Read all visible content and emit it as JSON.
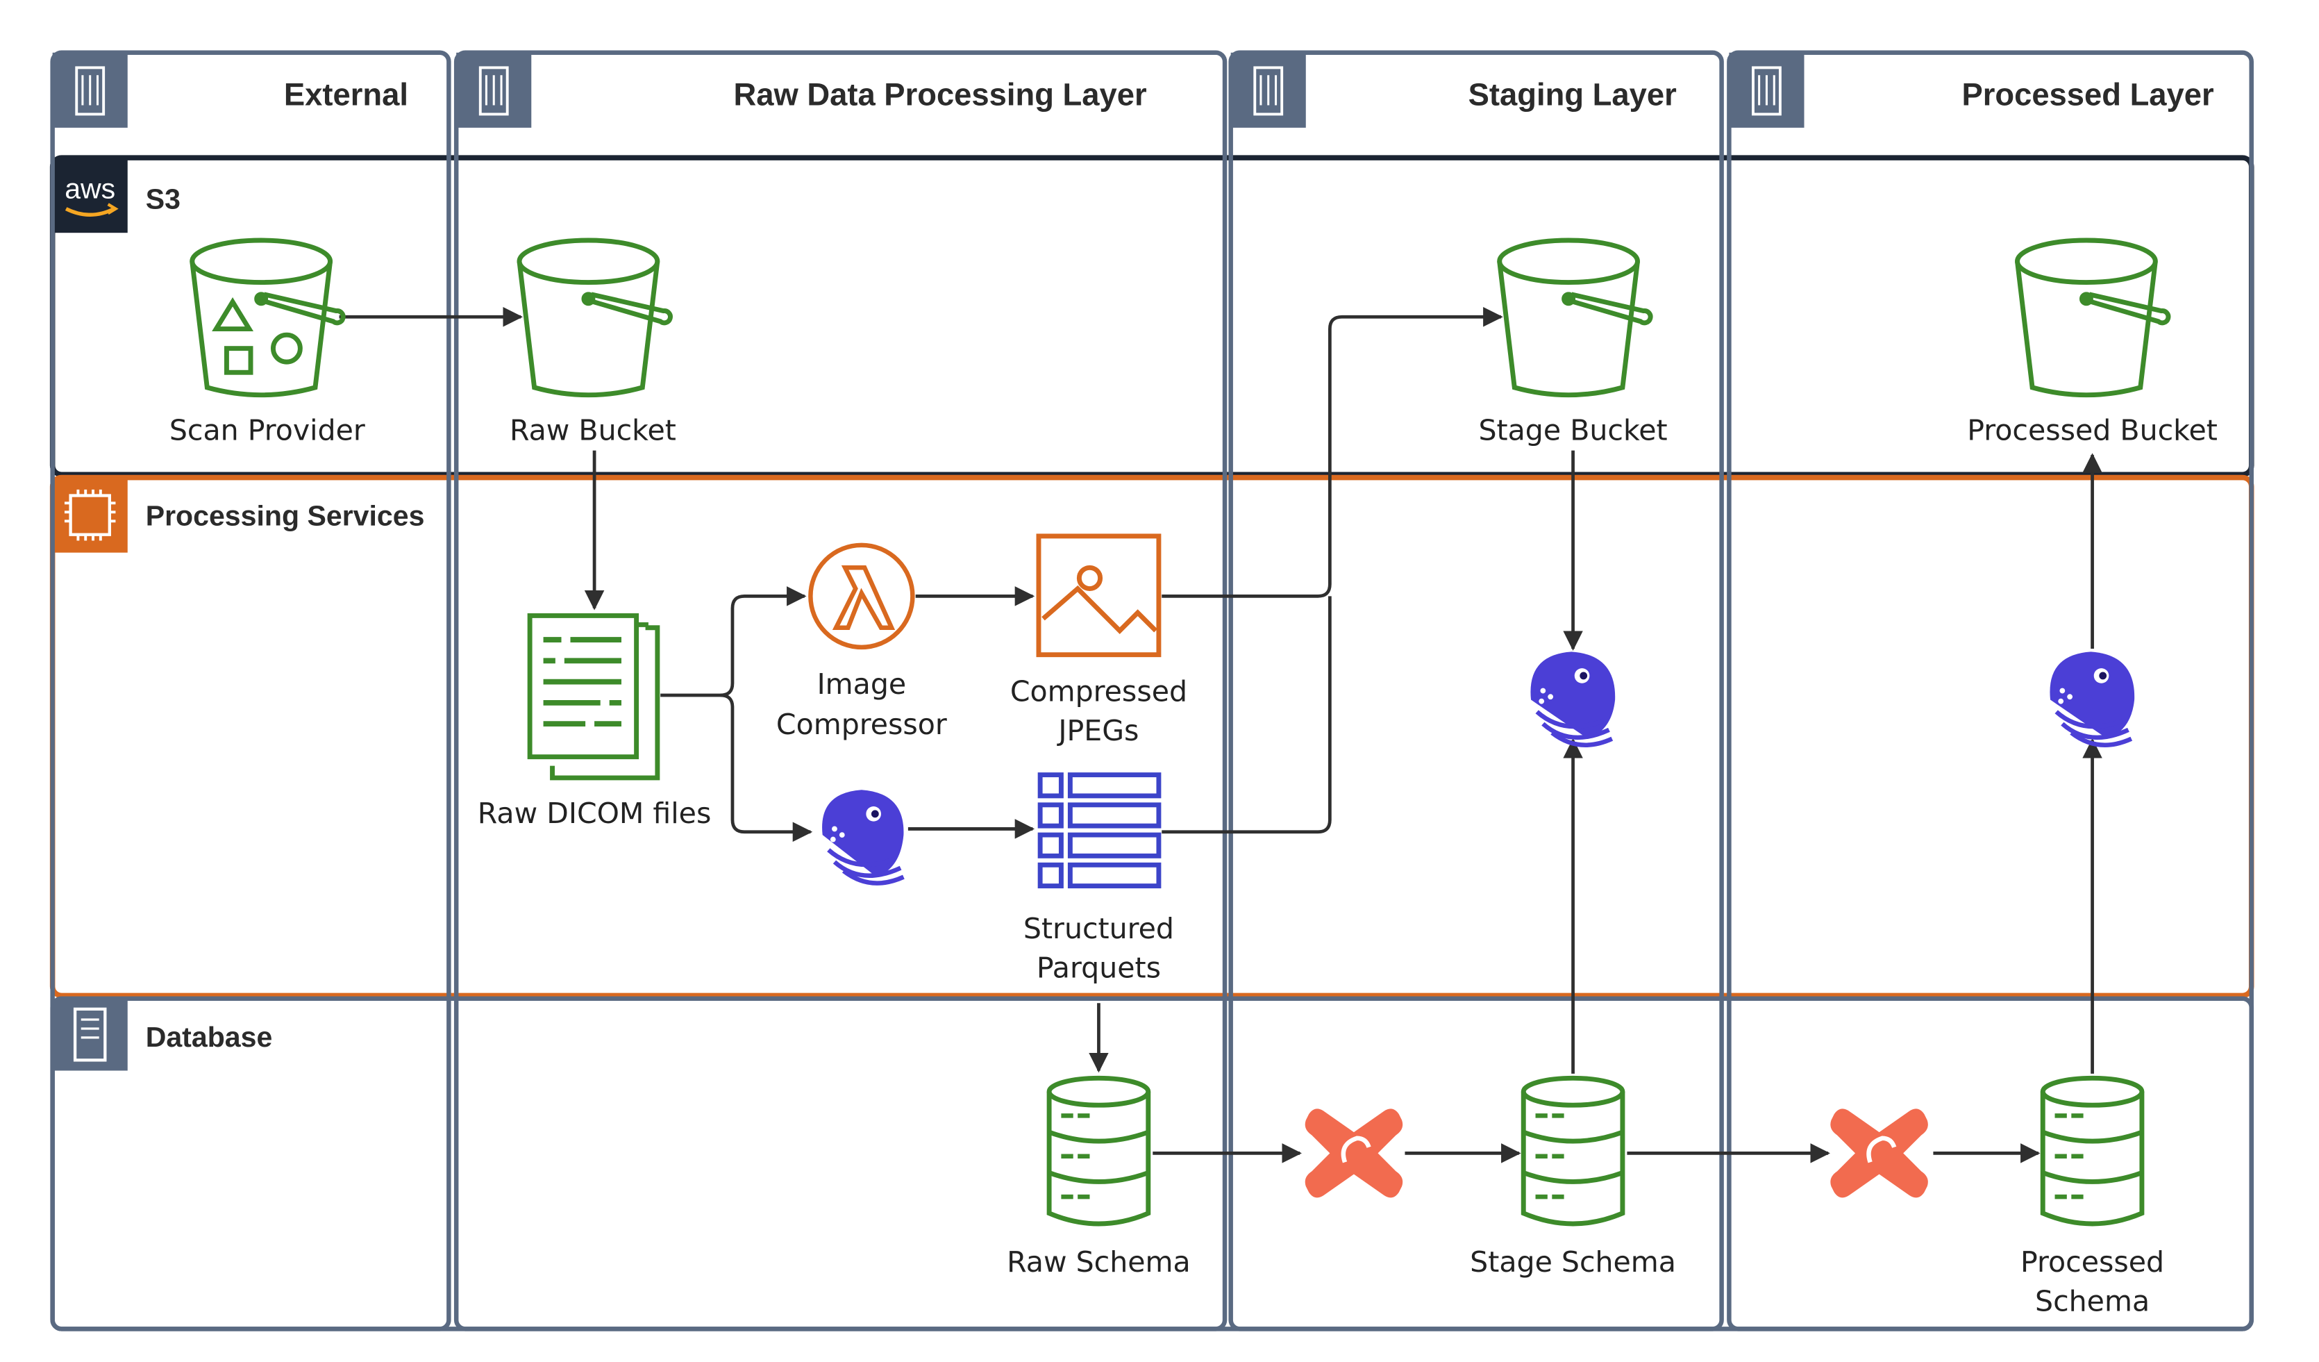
{
  "columns": [
    {
      "id": "external",
      "title": "External"
    },
    {
      "id": "raw",
      "title": "Raw Data Processing Layer"
    },
    {
      "id": "staging",
      "title": "Staging Layer"
    },
    {
      "id": "processed",
      "title": "Processed Layer"
    }
  ],
  "lanes": [
    {
      "id": "s3",
      "title": "S3",
      "icon": "aws-logo-icon",
      "color": "#1b2432"
    },
    {
      "id": "processing",
      "title": "Processing Services",
      "icon": "chip-icon",
      "color": "#d9691f"
    },
    {
      "id": "database",
      "title": "Database",
      "icon": "database-server-icon",
      "color": "#5a6a82"
    }
  ],
  "aws_logo_text": "aws",
  "nodes": {
    "scan_provider": {
      "label": "Scan Provider",
      "icon": "s3-bucket-objects-icon"
    },
    "raw_bucket": {
      "label": "Raw Bucket",
      "icon": "s3-bucket-icon"
    },
    "stage_bucket": {
      "label": "Stage Bucket",
      "icon": "s3-bucket-icon"
    },
    "processed_bucket": {
      "label": "Processed Bucket",
      "icon": "s3-bucket-icon"
    },
    "raw_dicom": {
      "label": "Raw DICOM files",
      "icon": "documents-icon"
    },
    "image_compressor": {
      "label_lines": [
        "Image",
        "Compressor"
      ],
      "icon": "lambda-icon"
    },
    "compressed_jpegs": {
      "label_lines": [
        "Compressed",
        "JPEGs"
      ],
      "icon": "image-icon"
    },
    "dagster_extract": {
      "icon": "dagster-octopus-icon"
    },
    "structured_parquets": {
      "label_lines": [
        "Structured",
        "Parquets"
      ],
      "icon": "table-icon"
    },
    "dagster_stage": {
      "icon": "dagster-octopus-icon"
    },
    "dagster_processed": {
      "icon": "dagster-octopus-icon"
    },
    "raw_schema": {
      "label": "Raw Schema",
      "icon": "database-icon"
    },
    "stage_schema": {
      "label": "Stage Schema",
      "icon": "database-icon"
    },
    "processed_schema": {
      "label_lines": [
        "Processed",
        "Schema"
      ],
      "icon": "database-icon"
    },
    "dbt_stage": {
      "icon": "dbt-icon"
    },
    "dbt_processed": {
      "icon": "dbt-icon"
    }
  },
  "edges": [
    [
      "scan_provider",
      "raw_bucket"
    ],
    [
      "raw_bucket",
      "raw_dicom"
    ],
    [
      "raw_dicom",
      "image_compressor"
    ],
    [
      "raw_dicom",
      "dagster_extract"
    ],
    [
      "image_compressor",
      "compressed_jpegs"
    ],
    [
      "dagster_extract",
      "structured_parquets"
    ],
    [
      "compressed_jpegs",
      "stage_bucket"
    ],
    [
      "structured_parquets",
      "stage_bucket"
    ],
    [
      "structured_parquets",
      "raw_schema"
    ],
    [
      "raw_schema",
      "dbt_stage"
    ],
    [
      "dbt_stage",
      "stage_schema"
    ],
    [
      "stage_schema",
      "dagster_stage"
    ],
    [
      "stage_bucket",
      "dagster_stage"
    ],
    [
      "stage_schema",
      "dbt_processed"
    ],
    [
      "dbt_processed",
      "processed_schema"
    ],
    [
      "processed_schema",
      "dagster_processed"
    ],
    [
      "dagster_processed",
      "processed_bucket"
    ]
  ],
  "colors": {
    "s3_green": "#3d8b2a",
    "lambda_orange": "#d9691f",
    "dagster_purple": "#4b3fd6",
    "table_blue": "#3c44c9",
    "dbt_orange": "#f26b4f",
    "frame_gray": "#5a6a82"
  }
}
